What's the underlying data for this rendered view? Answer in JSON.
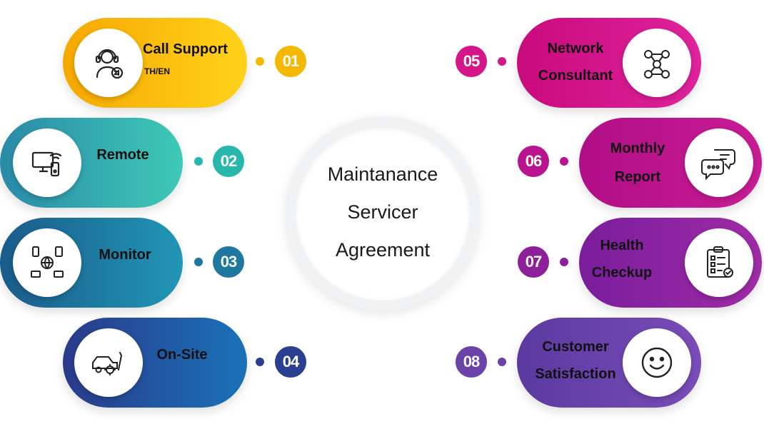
{
  "center": {
    "lines": [
      "Maintanance",
      "Servicer",
      "Agreement"
    ]
  },
  "items": [
    {
      "number": "01",
      "label": "Call Support",
      "sublabel": "TH/EN",
      "icon": "headset-icon",
      "color": "#f5b800"
    },
    {
      "number": "02",
      "label": "Remote",
      "icon": "remote-desktop-icon",
      "color": "#27b7ad"
    },
    {
      "number": "03",
      "label": "Monitor",
      "icon": "network-monitor-icon",
      "color": "#1e78a0"
    },
    {
      "number": "04",
      "label": "On-Site",
      "icon": "car-service-icon",
      "color": "#2a3f8f"
    },
    {
      "number": "05",
      "label_lines": [
        "Network",
        "Consultant"
      ],
      "icon": "network-people-icon",
      "color": "#d4168a"
    },
    {
      "number": "06",
      "label_lines": [
        "Monthly",
        "Report"
      ],
      "icon": "chat-bubbles-icon",
      "color": "#b8148f"
    },
    {
      "number": "07",
      "label_lines": [
        "Health",
        "Checkup"
      ],
      "icon": "clipboard-check-icon",
      "color": "#8d1f9b"
    },
    {
      "number": "08",
      "label_lines": [
        "Customer",
        "Satisfaction"
      ],
      "icon": "smiley-icon",
      "color": "#6a42a8"
    }
  ]
}
